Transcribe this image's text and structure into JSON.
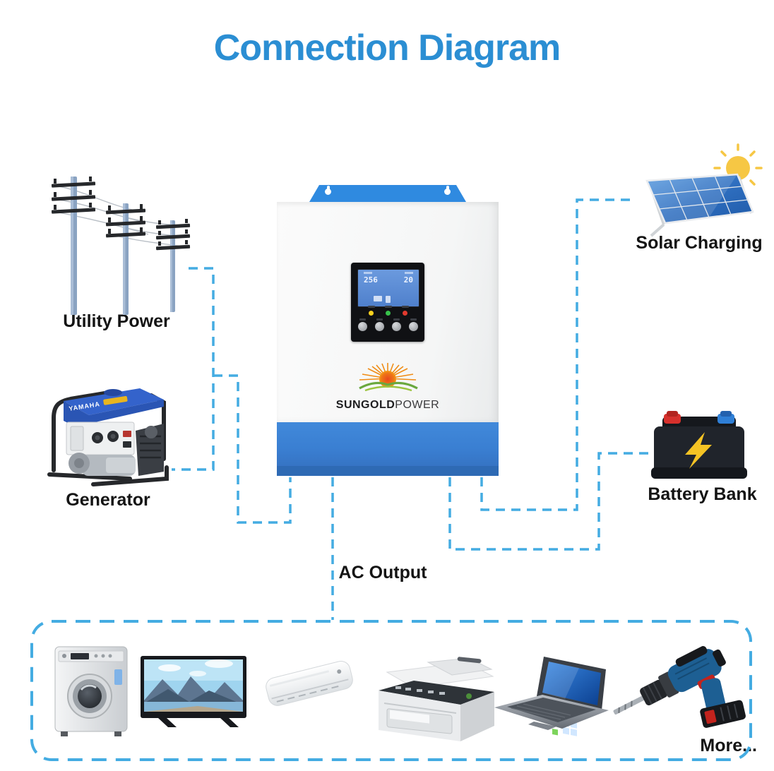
{
  "title": "Connection Diagram",
  "labels": {
    "utility": "Utility Power",
    "generator": "Generator",
    "solar": "Solar Charging",
    "battery": "Battery Bank",
    "ac_output": "AC Output",
    "more": "More..."
  },
  "inverter": {
    "brand_bold": "SUNGOLD",
    "brand_light": "POWER",
    "lcd_left": "256",
    "lcd_right": "20"
  },
  "generator_brand": "YAMAHA",
  "colors": {
    "title_blue": "#2b8ed3",
    "wire_dash_blue": "#44ace2",
    "inverter_band_blue": "#3a7fd2",
    "bracket_blue": "#2f8ae0",
    "sun_yellow": "#f6c744",
    "battery_bolt_yellow": "#f5c324",
    "battery_terminal_red": "#d6302c",
    "battery_terminal_blue": "#2f7fd6"
  },
  "icons": [
    "utility-poles-icon",
    "generator-icon",
    "solar-panel-icon",
    "sun-icon",
    "battery-icon",
    "washing-machine-icon",
    "tv-icon",
    "air-conditioner-icon",
    "printer-icon",
    "laptop-icon",
    "drill-icon"
  ]
}
